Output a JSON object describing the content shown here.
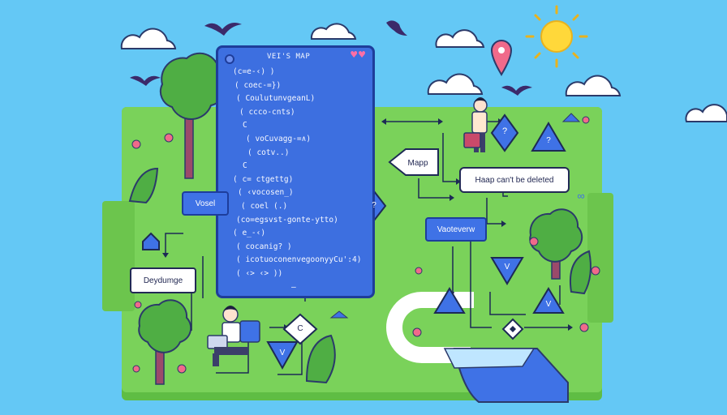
{
  "code_panel": {
    "title": "VEI'S MAP",
    "lines": [
      "(c=e-‹)  )",
      "(  coec-=})",
      "(  CoulutunvgeanL)",
      "(  ccco-cnts)",
      "C",
      "(  voCuvagg-=∧)",
      "(  cotv..)",
      "C",
      "( c=  ctgettg)",
      "(  ‹vocosen_)",
      "( coel  (.)",
      "(co=egsvst-gonte-ytto)",
      "(  e_-‹)",
      "(  cocanig?  )",
      "(  icotuoconenvegoonyyCu':4)",
      "(  ‹>  ‹> ))",
      "—"
    ]
  },
  "nodes": {
    "vosel": "Vosel",
    "deydumge": "Deydumge",
    "mapp": "Mapp",
    "haap_deleted": "Haap can't be deleted",
    "vaoteverw": "Vaoteverw",
    "c_diamond": "C",
    "v_triangle_bottom": "V",
    "v_triangle_right": "V",
    "q_diamond_left": "?",
    "q_diamond_top": "?",
    "q_triangle_top": "?",
    "v_triangle_mid": "V"
  },
  "decor": {
    "hearts": "♥♥",
    "infinity": "∞"
  },
  "colors": {
    "sky": "#64c8f5",
    "grass": "#7ad25a",
    "code_panel": "#3d6fe0",
    "node_blue": "#3f72e6",
    "outline": "#1d2a55",
    "sun": "#ffd83a",
    "pin": "#f06a8a"
  }
}
